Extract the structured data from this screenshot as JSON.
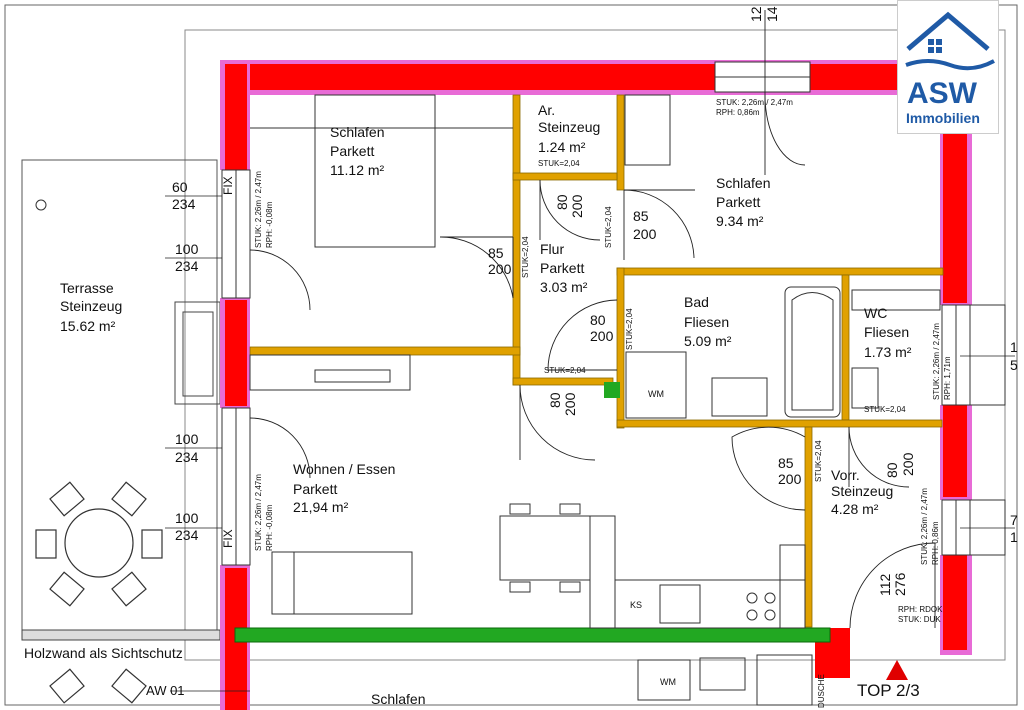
{
  "rooms": {
    "schlafen1": {
      "name": "Schlafen",
      "floor": "Parkett",
      "area": "11.12 m²"
    },
    "abstell": {
      "name": "Ar.",
      "floor": "Steinzeug",
      "area": "1.24 m²",
      "stuk": "STUK=2,04"
    },
    "schlafen2": {
      "name": "Schlafen",
      "floor": "Parkett",
      "area": "9.34 m²"
    },
    "flur": {
      "name": "Flur",
      "floor": "Parkett",
      "area": "3.03 m²"
    },
    "bad": {
      "name": "Bad",
      "floor": "Fliesen",
      "area": "5.09 m²"
    },
    "wc": {
      "name": "WC",
      "floor": "Fliesen",
      "area": "1.73 m²"
    },
    "terrasse": {
      "name": "Terrasse",
      "floor": "Steinzeug",
      "area": "15.62 m²"
    },
    "wohnen": {
      "name": "Wohnen / Essen",
      "floor": "Parkett",
      "area": "21,94 m²"
    },
    "vorraum": {
      "name": "Vorr.",
      "floor": "Steinzeug",
      "area": "4.28 m²"
    },
    "schlafen3": {
      "name": "Schlafen"
    }
  },
  "dimensions": {
    "w1_a": "60",
    "w1_b": "234",
    "w2_a": "100",
    "w2_b": "234",
    "w3_a": "100",
    "w3_b": "234",
    "w4_a": "100",
    "w4_b": "234",
    "d_schlafen1_a": "85",
    "d_schlafen1_b": "200",
    "d_schlafen2_a": "85",
    "d_schlafen2_b": "200",
    "d_abstell_a": "80",
    "d_abstell_b": "200",
    "d_bad_a": "80",
    "d_bad_b": "200",
    "d_wohnen_a": "80",
    "d_wohnen_b": "200",
    "d_vorr_a": "85",
    "d_vorr_b": "200",
    "d_wc_a": "80",
    "d_wc_b": "200",
    "d_entry_a": "112",
    "d_entry_b": "276",
    "top_a": "12",
    "top_b": "14",
    "r1_a": "1",
    "r1_b": "5",
    "r2_a": "7",
    "r2_b": "1"
  },
  "notes": {
    "stuk_top": "STUK: 2,26m / 2,47m",
    "rph_top": "RPH: 0,86m",
    "stuk_left1": "STUK: 2,26m / 2,47m",
    "rph_left1": "RPH: -0,08m",
    "stuk_left2": "STUK: 2,26m / 2,47m",
    "rph_left2": "RPH: -0,08m",
    "stuk_wc": "STUK: 2,26m / 2,47m",
    "rph_wc": "RPH: 1,71m",
    "stuk_vorr": "STUK: 2,26m / 2,47m",
    "rph_vorr": "RPH: 0,86m",
    "stuk_flur1": "STUK=2,04",
    "stuk_flur2": "STUK=2,04",
    "stuk_flur3": "STUK=2,04",
    "stuk_bad": "STUK=2,04",
    "stuk_wcdoor": "STUK=2,04",
    "stuk_vorrdoor": "STUK=2,04",
    "rph_entry": "RPH: RDOK",
    "stuk_entry": "STUK: DUK",
    "fix1": "FIX",
    "fix2": "FIX",
    "wm1": "WM",
    "wm2": "WM",
    "ks": "KS",
    "dusche": "DUSCHE",
    "holzwand": "Holzwand als Sichtschutz",
    "aw": "AW 01",
    "top": "TOP 2/3"
  },
  "logo": {
    "line1": "ASW",
    "line2": "Immobilien",
    "color": "#1f5aa6"
  },
  "colors": {
    "wall": "#ff0000",
    "insulation": "#e86bd6",
    "partition": "#e0a100",
    "beam": "#22a822"
  }
}
